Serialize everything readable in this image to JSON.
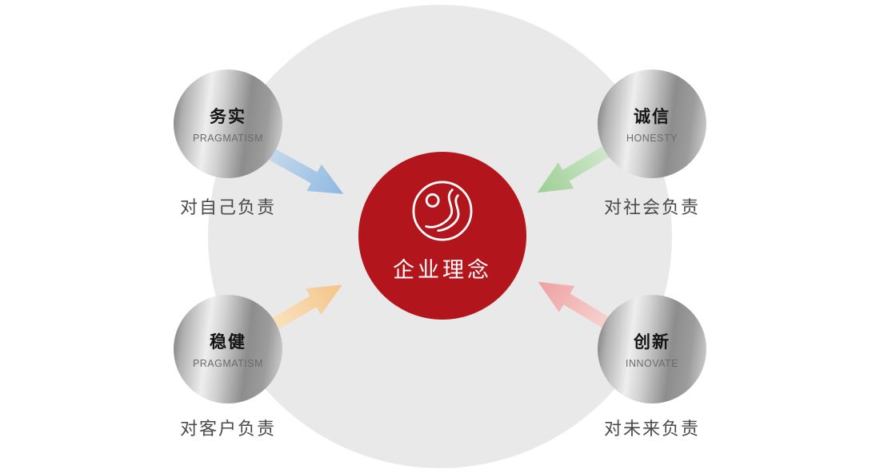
{
  "center": {
    "title": "企业理念",
    "circle_color": "#b3151d",
    "logo_icon": "swirl-s-logo-icon"
  },
  "nodes": [
    {
      "position": "top-left",
      "cn": "务实",
      "en": "PRAGMATISM",
      "caption": "对自己负责",
      "arrow": {
        "color": "#8fb8e0",
        "color_light": "#c6daee"
      }
    },
    {
      "position": "top-right",
      "cn": "诚信",
      "en": "HONESTY",
      "caption": "对社会负责",
      "arrow": {
        "color": "#9ccf94",
        "color_light": "#d3e9cf"
      }
    },
    {
      "position": "bottom-left",
      "cn": "稳健",
      "en": "PRAGMATISM",
      "caption": "对客户负责",
      "arrow": {
        "color": "#f4c488",
        "color_light": "#fae4c2"
      }
    },
    {
      "position": "bottom-right",
      "cn": "创新",
      "en": "INNOVATE",
      "caption": "对未来负责",
      "arrow": {
        "color": "#eda0a0",
        "color_light": "#f8d6d3"
      }
    }
  ]
}
